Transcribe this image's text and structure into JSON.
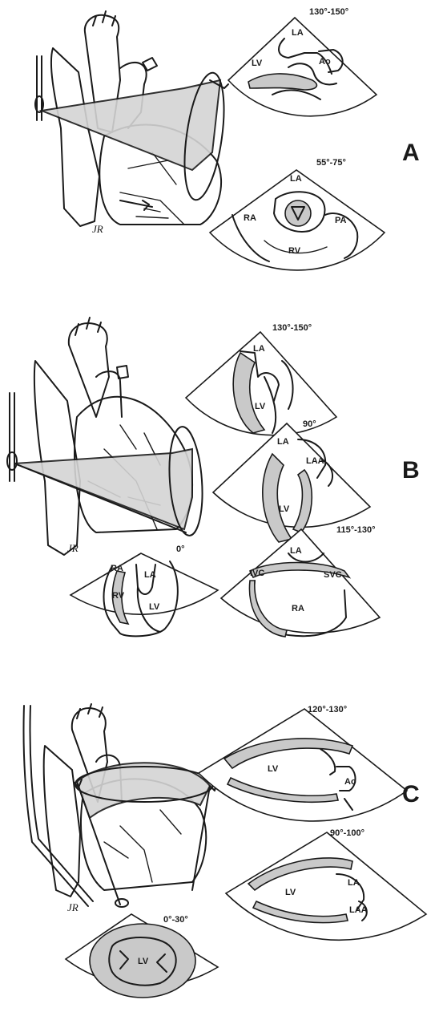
{
  "panels": {
    "a": {
      "letter": "A",
      "view1": {
        "angle": "130°-150°",
        "labels": [
          "LA",
          "LV",
          "Ao"
        ]
      },
      "view2": {
        "angle": "55°-75°",
        "labels": [
          "LA",
          "RA",
          "PA",
          "RV"
        ]
      }
    },
    "b": {
      "letter": "B",
      "view1": {
        "angle": "130°-150°",
        "labels": [
          "LA",
          "LV"
        ]
      },
      "view2": {
        "angle": "90°",
        "labels": [
          "LA",
          "LAA",
          "LV"
        ]
      },
      "view3": {
        "angle": "0°",
        "labels": [
          "RA",
          "LA",
          "RV",
          "LV"
        ]
      },
      "view4": {
        "angle": "115°-130°",
        "labels": [
          "LA",
          "IVC",
          "SVC",
          "RA"
        ]
      }
    },
    "c": {
      "letter": "C",
      "view1": {
        "angle": "120°-130°",
        "labels": [
          "LV",
          "Ao"
        ]
      },
      "view2": {
        "angle": "90°-100°",
        "labels": [
          "LV",
          "LA",
          "LAA"
        ]
      },
      "view3": {
        "angle": "0°-30°",
        "labels": [
          "LV"
        ]
      }
    }
  },
  "signature": "JR",
  "colors": {
    "ink": "#1a1a1a",
    "shade": "#c9c9c9",
    "background": "#ffffff"
  }
}
